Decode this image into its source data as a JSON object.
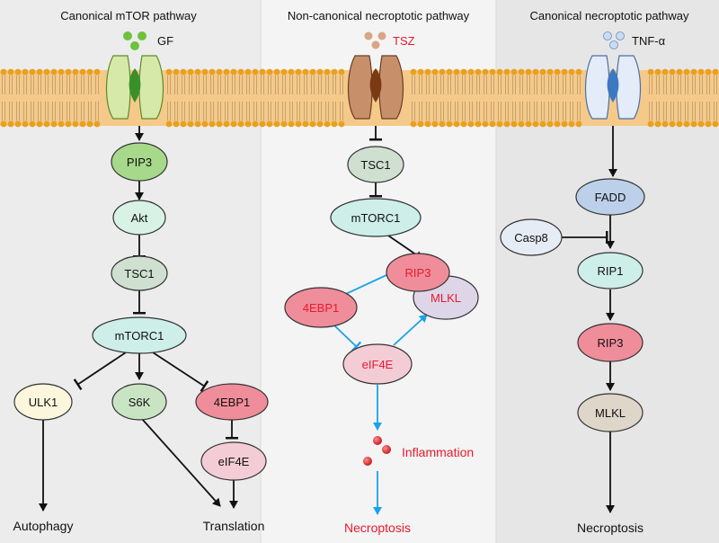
{
  "panels": {
    "left": {
      "title": "Canonical mTOR pathway"
    },
    "middle": {
      "title": "Non-canonical necroptotic pathway"
    },
    "right": {
      "title": "Canonical necroptotic pathway"
    }
  },
  "ligands": {
    "left": "GF",
    "middle": "TSZ",
    "right": "TNF-α"
  },
  "nodes": {
    "left": {
      "pip3": "PIP3",
      "akt": "Akt",
      "tsc1": "TSC1",
      "mtorc1": "mTORC1",
      "ulk1": "ULK1",
      "s6k": "S6K",
      "ebp1": "4EBP1",
      "eif4e": "eIF4E"
    },
    "middle": {
      "tsc1": "TSC1",
      "mtorc1": "mTORC1",
      "rip3": "RIP3",
      "mlkl": "MLKL",
      "ebp1": "4EBP1",
      "eif4e": "eIF4E"
    },
    "right": {
      "fadd": "FADD",
      "casp8": "Casp8",
      "rip1": "RIP1",
      "rip3": "RIP3",
      "mlkl": "MLKL"
    }
  },
  "outcomes": {
    "autophagy": "Autophagy",
    "translation": "Translation",
    "inflammation": "Inflammation",
    "necroptosis_middle": "Necroptosis",
    "necroptosis_right": "Necroptosis"
  },
  "colors": {
    "panel_left": "#ececec",
    "panel_middle": "#f4f4f4",
    "panel_right": "#e6e6e6",
    "membrane": "#f5c98a",
    "lipid_head": "#e8a020",
    "red_text": "#e8192c",
    "blue_arrow": "#1aa3e8",
    "green_node": "#a6d98a",
    "mint_node": "#d9f2e6",
    "sage_node": "#cfe0d0",
    "cyan_node": "#cdeee9",
    "cream_node": "#fbf6dc",
    "pink_node": "#f08d9a",
    "light_pink_node": "#f3ccd6",
    "lavender_node": "#ded6e8",
    "blue_node": "#bcd0ea",
    "light_blue_node": "#e6ecf5",
    "tan_node": "#ddd6c9"
  }
}
